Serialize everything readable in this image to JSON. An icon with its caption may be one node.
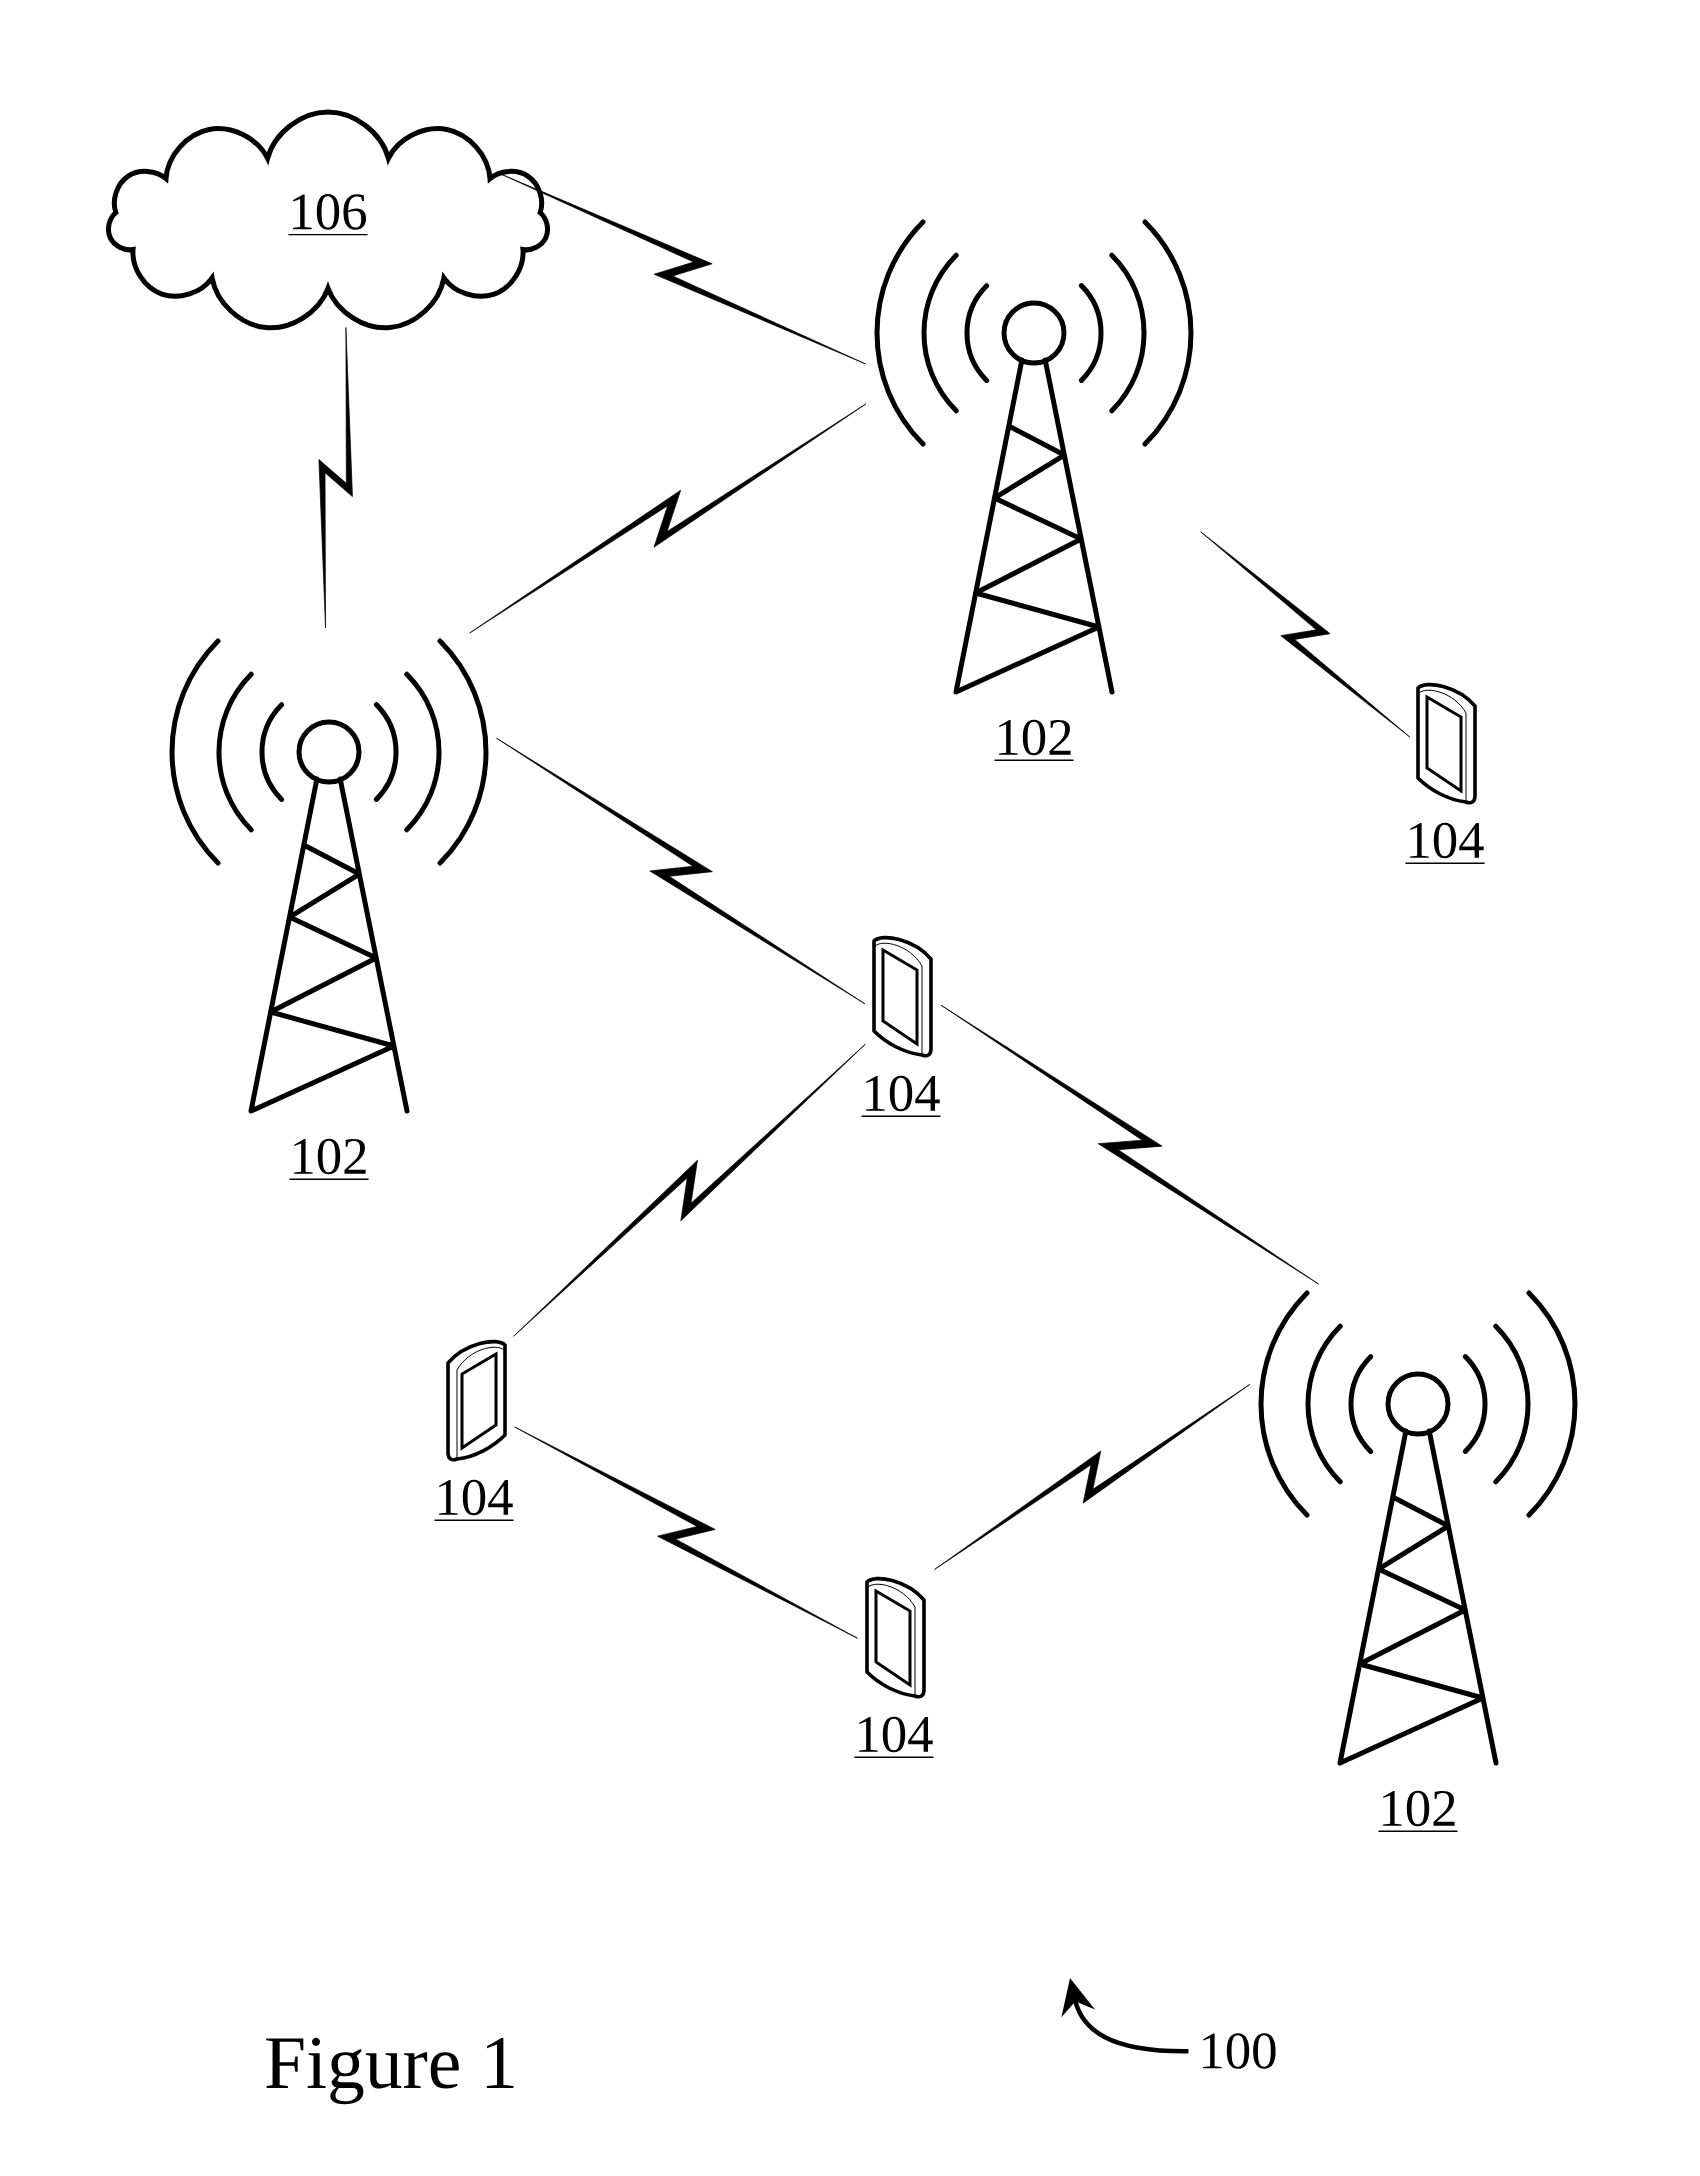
{
  "diagram": {
    "caption": "Figure 1",
    "nodes": [
      {
        "text": [
          "106"
        ]
      },
      {
        "text": [],
        "shape": "picture",
        "beside": [
          "102"
        ]
      },
      {
        "text": [],
        "shape": "picture",
        "beside": [
          "102"
        ]
      },
      {
        "text": [],
        "shape": "picture",
        "beside": [
          "104"
        ]
      },
      {
        "text": [],
        "shape": "picture",
        "beside": [
          "104"
        ]
      },
      {
        "text": [],
        "shape": "picture",
        "beside": [
          "102"
        ]
      },
      {
        "text": [],
        "shape": "picture",
        "beside": [
          "104"
        ]
      },
      {
        "text": [],
        "shape": "picture",
        "beside": [
          "104"
        ]
      },
      {
        "text": [
          "100"
        ]
      }
    ],
    "edges": [
      {
        "from": 0,
        "to": 1,
        "arrow": "none"
      },
      {
        "from": 0,
        "to": 2,
        "arrow": "none"
      },
      {
        "from": 1,
        "to": 2,
        "arrow": "none"
      },
      {
        "from": 1,
        "to": 3,
        "arrow": "none"
      },
      {
        "from": 2,
        "to": 4,
        "arrow": "none"
      },
      {
        "from": 4,
        "to": 5,
        "arrow": "none"
      },
      {
        "from": 4,
        "to": 6,
        "arrow": "none"
      },
      {
        "from": 6,
        "to": 7,
        "arrow": "none"
      },
      {
        "from": 5,
        "to": 7,
        "arrow": "none"
      },
      {
        "from": 8,
        "to": null,
        "arrow": "to"
      }
    ]
  }
}
